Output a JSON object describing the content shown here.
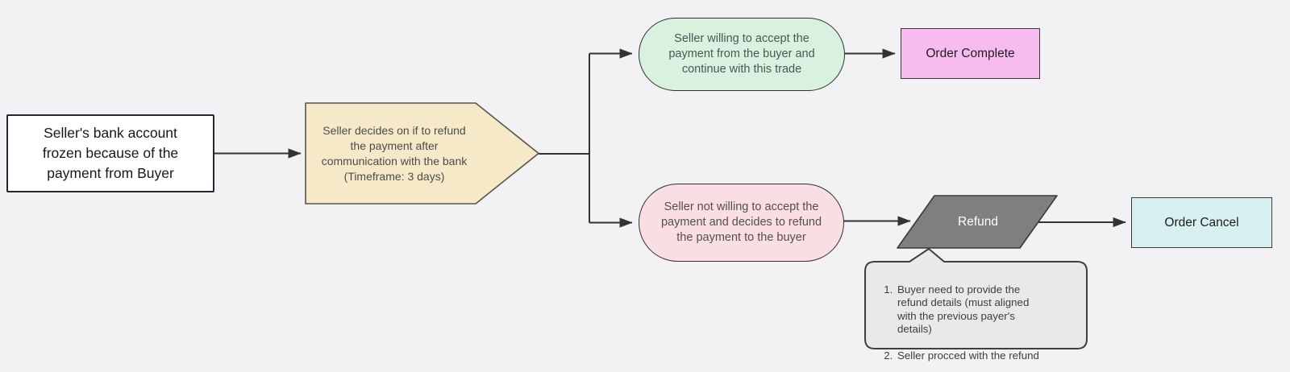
{
  "diagram": {
    "type": "flowchart",
    "colors": {
      "background": "#f2f2f4",
      "connector": "#333333",
      "node_border": "#2e2e2e",
      "start_fill": "#ffffff",
      "decision_fill": "#f6e9c8",
      "accept_fill": "#d9f2e0",
      "reject_fill": "#f9dee3",
      "complete_fill": "#f8bbee",
      "cancel_fill": "#d8f0ef",
      "refund_fill": "#7f7f7f",
      "refund_text": "#ffffff",
      "note_fill": "#e9e9ea"
    },
    "nodes": {
      "start": {
        "shape": "rectangle",
        "label": "Seller's bank account\nfrozen because of the\npayment from Buyer"
      },
      "decision": {
        "shape": "pentagon-arrow",
        "label": "Seller decides on if to refund\nthe payment after\ncommunication with the bank\n(Timeframe: 3 days)"
      },
      "accept": {
        "shape": "pill",
        "label": "Seller willing to accept the\npayment from the buyer and\ncontinue with this trade"
      },
      "order_complete": {
        "shape": "rectangle",
        "label": "Order Complete"
      },
      "reject": {
        "shape": "pill",
        "label": "Seller not willing to accept the\npayment and decides to refund\nthe payment to the buyer"
      },
      "refund": {
        "shape": "parallelogram",
        "label": "Refund"
      },
      "order_cancel": {
        "shape": "rectangle",
        "label": "Order Cancel"
      },
      "refund_note": {
        "shape": "callout",
        "items": [
          "Buyer need to provide the\nrefund details (must aligned\nwith the previous payer's\ndetails)",
          "Seller procced with the refund"
        ]
      }
    },
    "edges": [
      {
        "from": "start",
        "to": "decision"
      },
      {
        "from": "decision",
        "to": "accept"
      },
      {
        "from": "decision",
        "to": "reject"
      },
      {
        "from": "accept",
        "to": "order_complete"
      },
      {
        "from": "reject",
        "to": "refund"
      },
      {
        "from": "refund",
        "to": "order_cancel"
      },
      {
        "from": "refund_note",
        "to": "refund",
        "type": "callout-pointer"
      }
    ]
  }
}
